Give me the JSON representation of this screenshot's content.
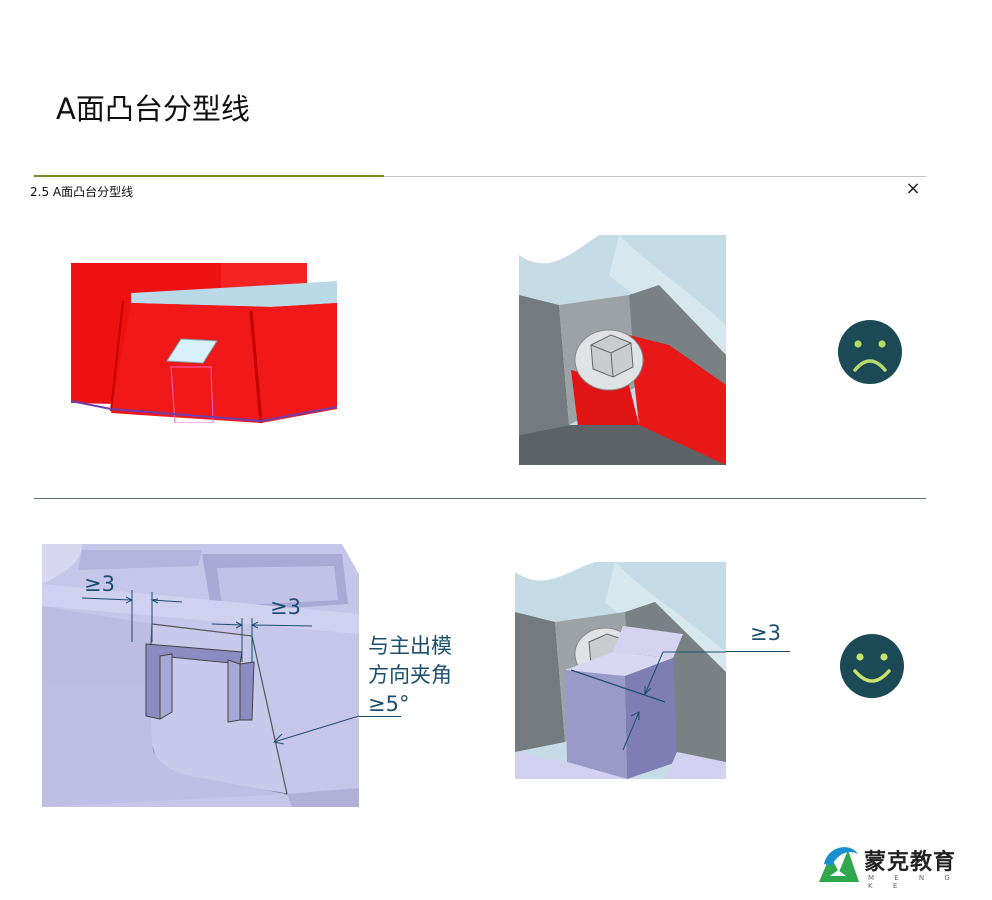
{
  "page": {
    "title": "A面凸台分型线"
  },
  "dialog": {
    "title": "2.5  A面凸台分型线",
    "close_glyph": "×"
  },
  "annotations": {
    "gap_left": "≥3",
    "gap_right": "≥3",
    "angle_note": "与主出模\n方向夹角\n≥5°",
    "rib_gap": "≥3"
  },
  "icons": {
    "bad": "sad-face-icon",
    "good": "happy-face-icon"
  },
  "colors": {
    "face_bg": "#1b4a56",
    "sad_stroke": "#b7d96a",
    "happy_stroke": "#c8e26c",
    "annotation": "#1c4f6e",
    "part_red": "#ee1111",
    "part_gray": "#8d9396",
    "part_lavender": "#c6c6ea"
  },
  "logo": {
    "text": "蒙克教育",
    "sub": "M E N G K E"
  }
}
